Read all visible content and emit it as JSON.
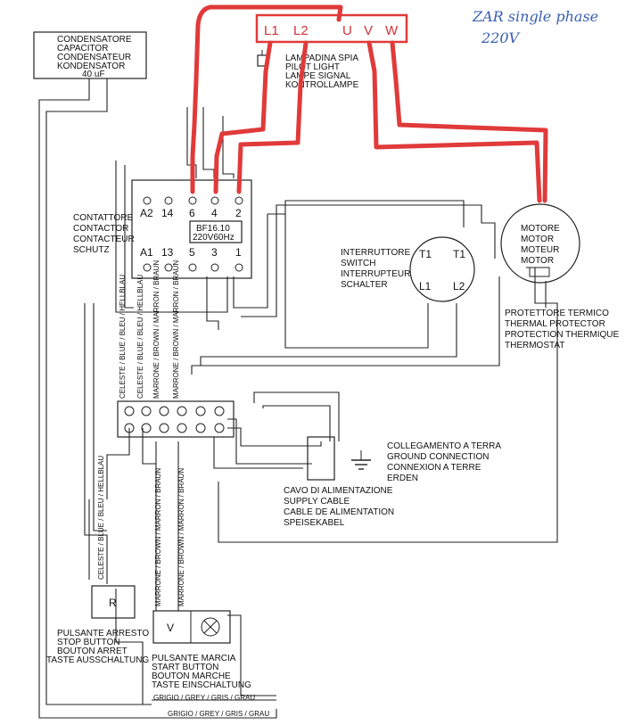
{
  "handwritten_note": [
    "ZAR single phase",
    "220V"
  ],
  "red_labels": [
    "L1",
    "L2",
    "U",
    "V",
    "W"
  ],
  "capacitor": [
    "CONDENSATORE",
    "CAPACITOR",
    "CONDENSATEUR",
    "KONDENSATOR",
    "40 uF"
  ],
  "pilot_light": [
    "LAMPADINA SPIA",
    "PILOT LIGHT",
    "LAMPE SIGNAL",
    "KONTROLLAMPE"
  ],
  "contactor": {
    "label": [
      "CONTATTORE",
      "CONTACTOR",
      "CONTACTEUR",
      "SCHUTZ"
    ],
    "top_terminals": [
      "A2",
      "14",
      "6",
      "4",
      "2"
    ],
    "bottom_terminals": [
      "A1",
      "13",
      "5",
      "3",
      "1"
    ],
    "model": [
      "BF16.10",
      "220V60Hz"
    ]
  },
  "switch": {
    "label": [
      "INTERRUTTORE",
      "SWITCH",
      "INTERRUPTEUR",
      "SCHALTER"
    ],
    "terminals": [
      "T1",
      "T1",
      "L1",
      "L2"
    ]
  },
  "motor": [
    "MOTORE",
    "MOTOR",
    "MOTEUR",
    "MOTOR"
  ],
  "thermal": [
    "PROTETTORE TERMICO",
    "THERMAL PROTECTOR",
    "PROTECTION THERMIQUE",
    "THERMOSTAT"
  ],
  "ground": [
    "COLLEGAMENTO A TERRA",
    "GROUND CONNECTION",
    "CONNEXION A TERRE",
    "ERDEN"
  ],
  "supply": [
    "CAVO DI ALIMENTAZIONE",
    "SUPPLY CABLE",
    "CABLE DE ALIMENTATION",
    "SPEISEKABEL"
  ],
  "stop_button": {
    "symbol": "R",
    "label": [
      "PULSANTE ARRESTO",
      "STOP BUTTON",
      "BOUTON ARRET",
      "TASTE AUSSCHALTUNG"
    ]
  },
  "start_button": {
    "symbol": "V",
    "label": [
      "PULSANTE MARCIA",
      "START BUTTON",
      "BOUTON MARCHE",
      "TASTE EINSCHALTUNG"
    ]
  },
  "wire_labels": {
    "blue_a": "CELESTE / BLUE / BLEU / HELLBLAU",
    "brown_a": "MARRONE / BROWN / MARRON / BRAUN",
    "grey": "GRIGIO / GREY / GRIS / GRAU"
  }
}
